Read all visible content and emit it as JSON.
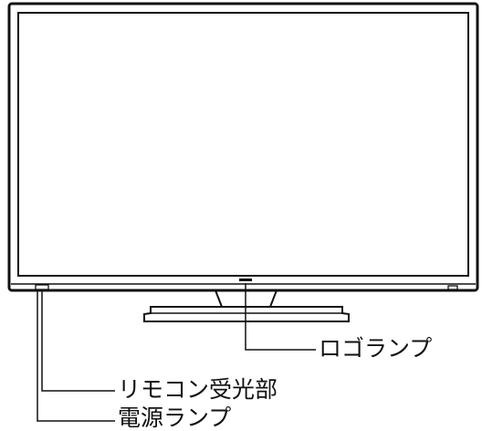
{
  "diagram": {
    "callouts": {
      "logo_lamp": "ロゴランプ",
      "remote_receiver": "リモコン受光部",
      "power_lamp": "電源ランプ"
    }
  }
}
